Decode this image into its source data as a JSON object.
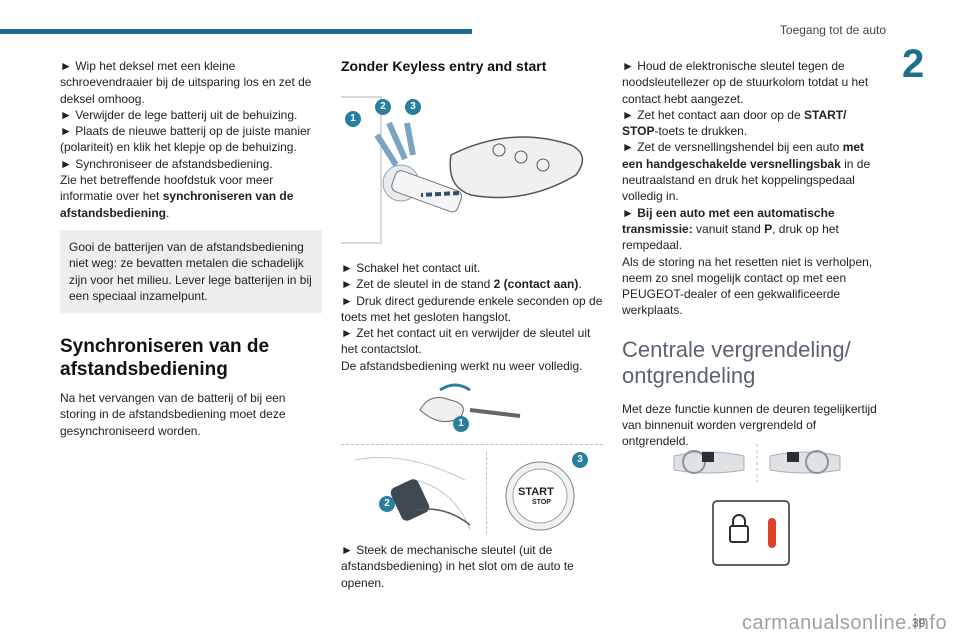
{
  "header": {
    "title": "Toegang tot de auto",
    "chapter": "2",
    "page": "39"
  },
  "watermark": "carmanualsonline.info",
  "col1": {
    "p1": "► Wip het deksel met een kleine schroevendraaier bij de uitsparing los en zet de deksel omhoog.",
    "p2": "► Verwijder de lege batterij uit de behuizing.",
    "p3": "► Plaats de nieuwe batterij op de juiste manier (polariteit) en klik het klepje op de behuizing.",
    "p4": "► Synchroniseer de afstandsbediening.",
    "p5_a": "Zie het betreffende hoofdstuk voor meer informatie over het ",
    "p5_b": "synchroniseren van de afstandsbediening",
    "p5_c": ".",
    "note": "Gooi de batterijen van de afstandsbediening niet weg: ze bevatten metalen die schadelijk zijn voor het milieu. Lever lege batterijen in bij een speciaal inzamelpunt.",
    "h2": "Synchroniseren van de afstandsbediening",
    "p6": "Na het vervangen van de batterij of bij een storing in de afstandsbediening moet deze gesynchroniseerd worden."
  },
  "col2": {
    "h3": "Zonder Keyless entry and start",
    "badges": [
      "1",
      "2",
      "3"
    ],
    "p1": "► Schakel het contact uit.",
    "p2_a": "► Zet de sleutel in de stand ",
    "p2_b": "2 (contact aan)",
    "p2_c": ".",
    "p3": "► Druk direct gedurende enkele seconden op de toets met het gesloten hangslot.",
    "p4": "► Zet het contact uit en verwijder de sleutel uit het contactslot.",
    "p5": "De afstandsbediening werkt nu weer volledig.",
    "fig2_badge": "1",
    "fig3_badge": "2",
    "fig4_badge": "3",
    "start_label": "START",
    "stop_label": "STOP",
    "p6": "► Steek de mechanische sleutel (uit de afstandsbediening) in het slot om de auto te openen."
  },
  "col3": {
    "p1": "► Houd de elektronische sleutel tegen de noodsleutellezer op de stuurkolom totdat u het contact hebt aangezet.",
    "p2_a": "► Zet het contact aan door op de ",
    "p2_b": "START/ STOP",
    "p2_c": "-toets te drukken.",
    "p3_a": "► Zet de versnellingshendel bij een auto ",
    "p3_b": "met een handgeschakelde versnellingsbak",
    "p3_c": " in de neutraalstand en druk het koppelingspedaal volledig in.",
    "p4_a": "► Bij een auto met een automatische transmissie:",
    "p4_b": " vanuit stand ",
    "p4_c": "P",
    "p4_d": ", druk op het rempedaal.",
    "p5": "Als de storing na het resetten niet is verholpen, neem zo snel mogelijk contact op met een PEUGEOT-dealer of een gekwalificeerde werkplaats.",
    "h2": "Centrale vergrendeling/ ontgrendeling",
    "p6": "Met deze functie kunnen de deuren tegelijkertijd van binnenuit worden vergrendeld of ontgrendeld."
  },
  "colors": {
    "accent": "#1d6f8c",
    "badge": "#2a7f9e",
    "lamp": "#e0402a"
  }
}
